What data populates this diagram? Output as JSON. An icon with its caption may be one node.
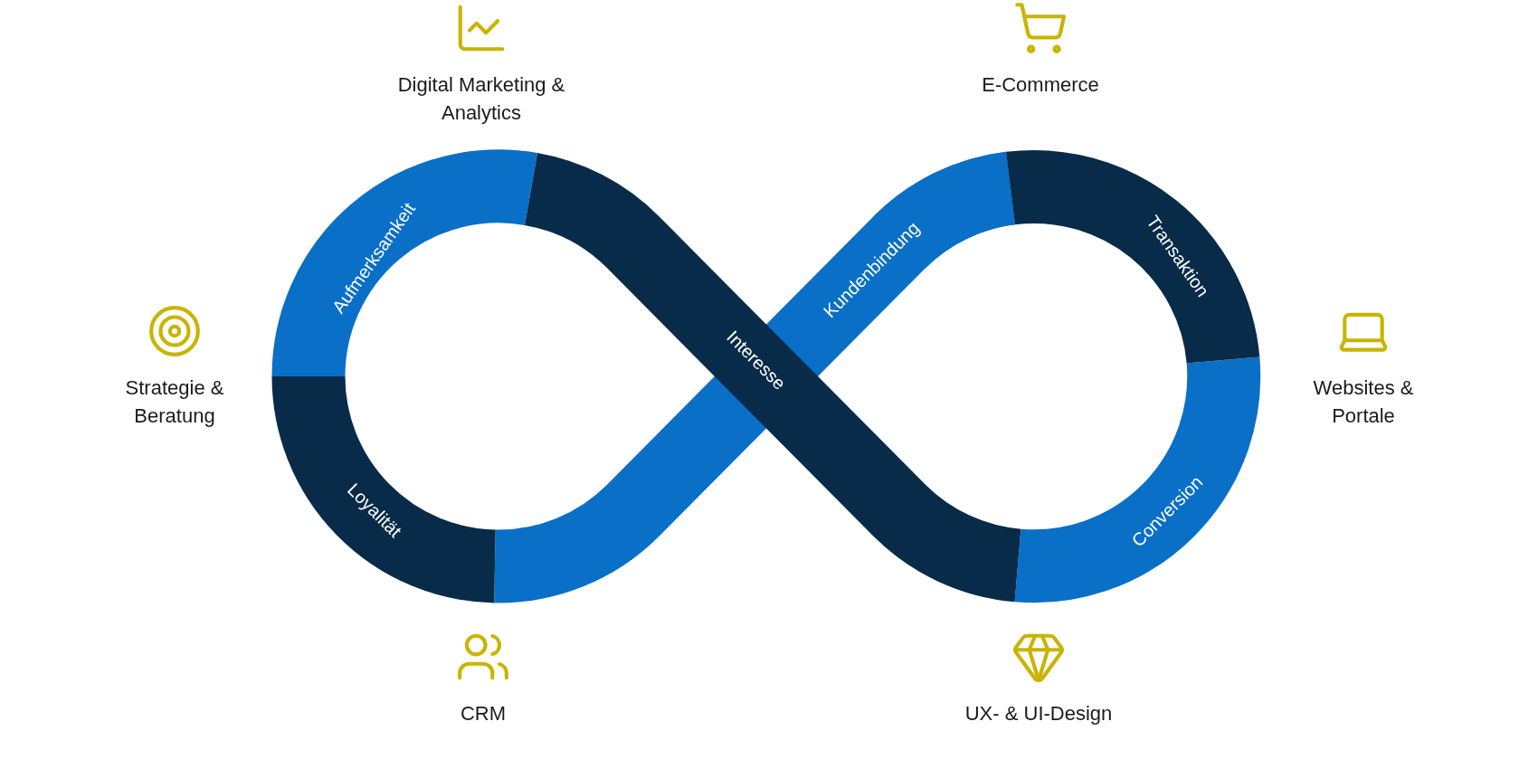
{
  "diagram": {
    "nodes": [
      {
        "text": [
          "Digital Marketing & Analytics"
        ]
      },
      {
        "text": [
          "E-Commerce"
        ]
      },
      {
        "text": [
          "Strategie & Beratung"
        ]
      },
      {
        "text": [
          "Websites & Portale"
        ]
      },
      {
        "text": [
          "CRM"
        ]
      },
      {
        "text": [
          "UX- & UI-Design"
        ]
      }
    ],
    "labels": [
      "Aufmerksamkeit",
      "Kundenbindung",
      "Transaktion",
      "Interesse",
      "Loyalität",
      "Conversion"
    ]
  }
}
